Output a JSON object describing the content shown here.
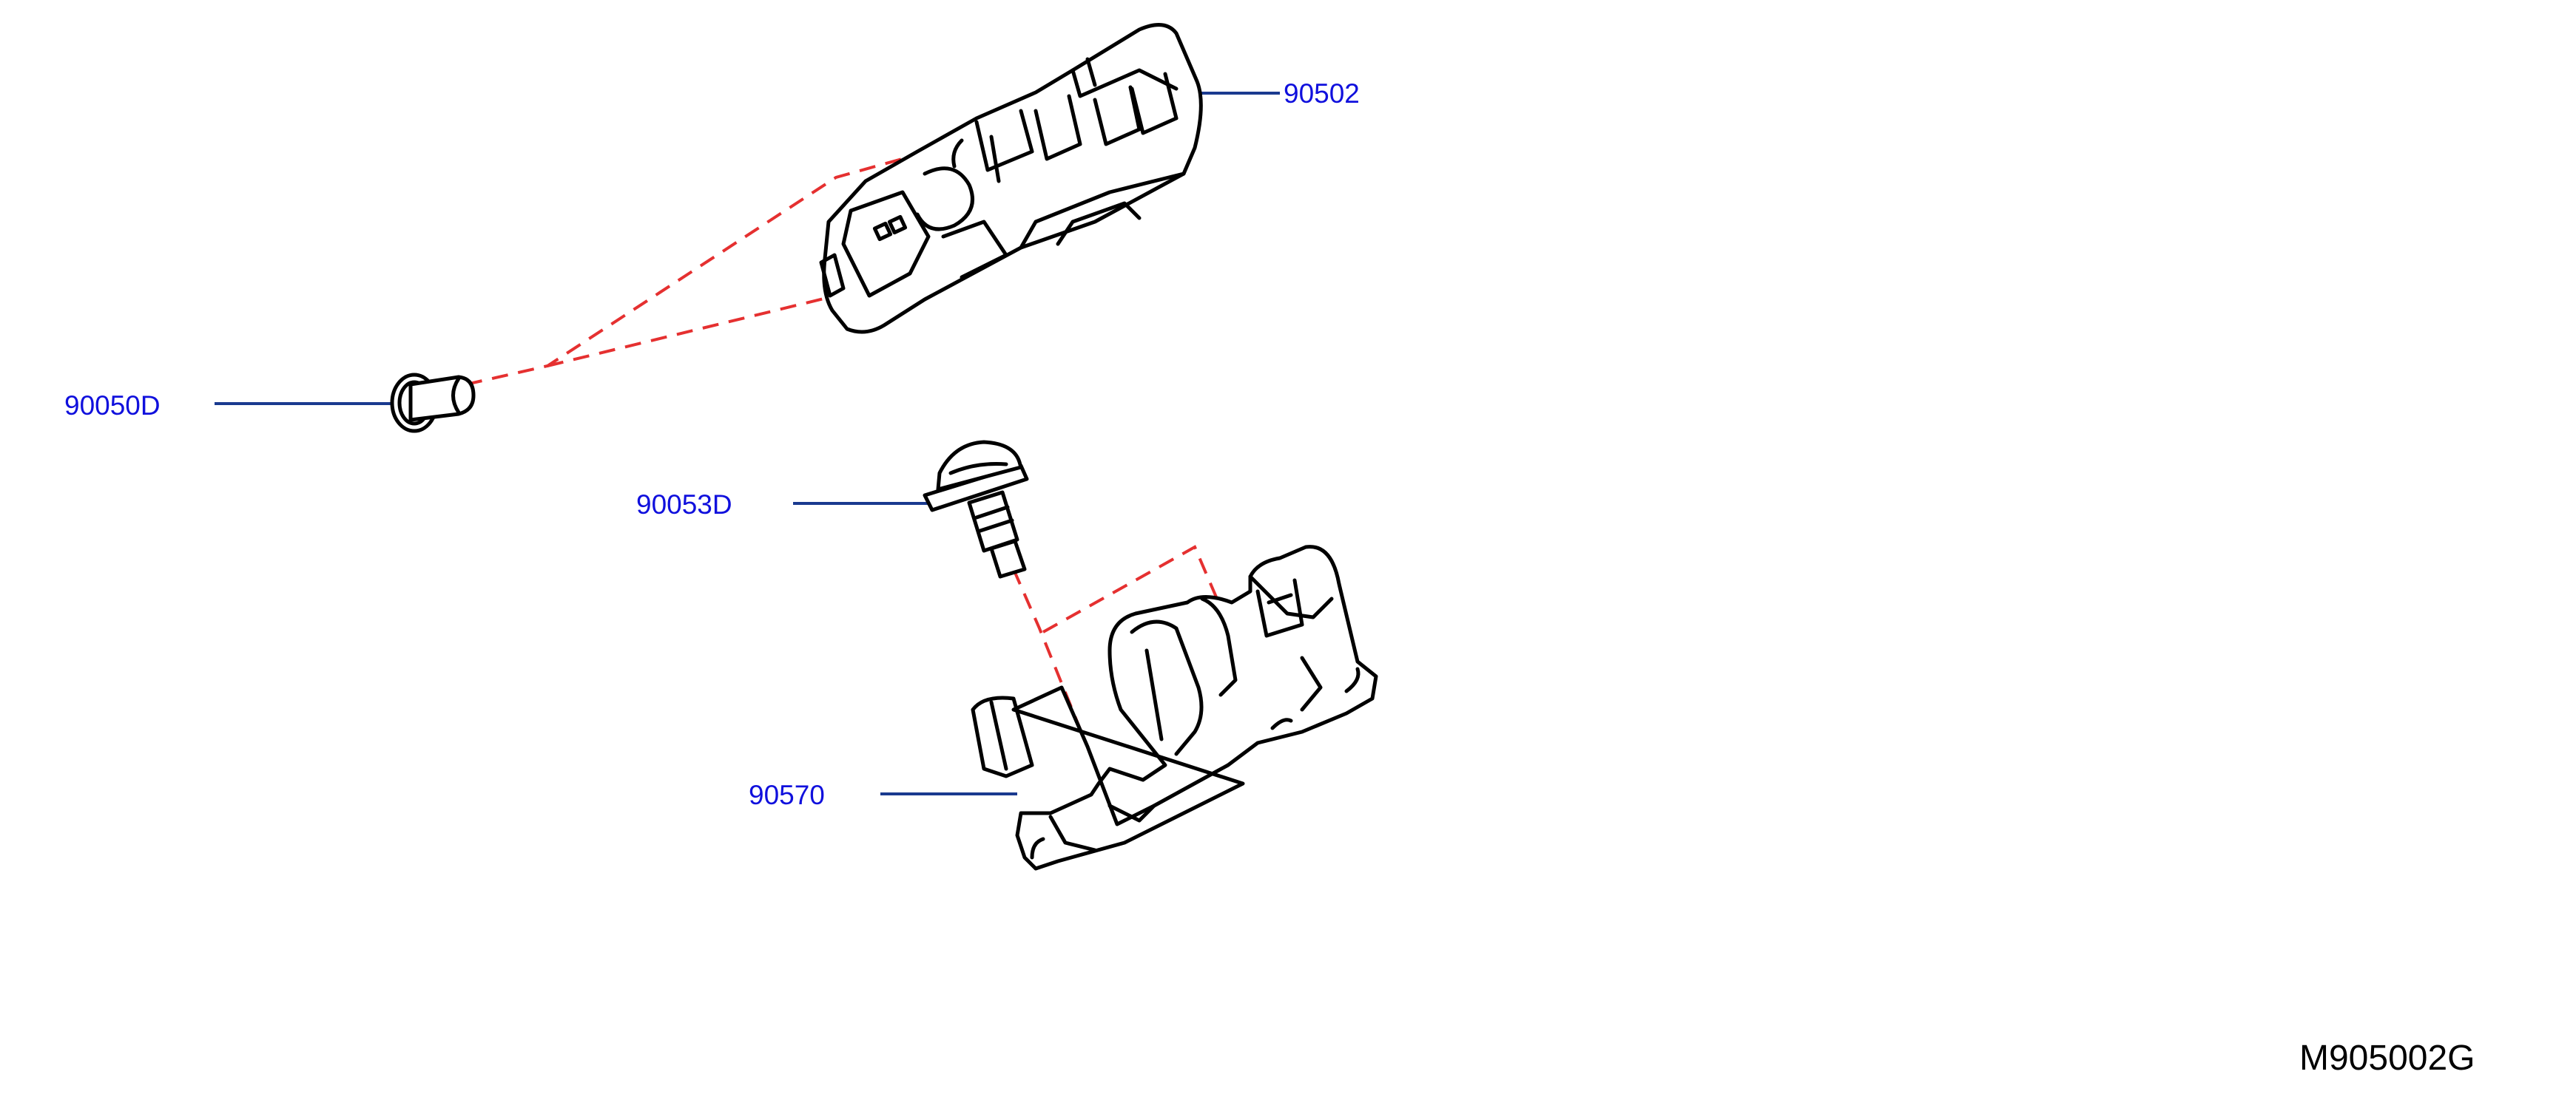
{
  "callouts": {
    "actuator": "90502",
    "clip": "90050D",
    "screw": "90053D",
    "bracket": "90570"
  },
  "diagram_code": "M905002G",
  "colors": {
    "leader_line": "#1a3a8f",
    "callout_text": "#1010dd",
    "dashed_guide": "#e53030",
    "part_outline": "#000000"
  }
}
